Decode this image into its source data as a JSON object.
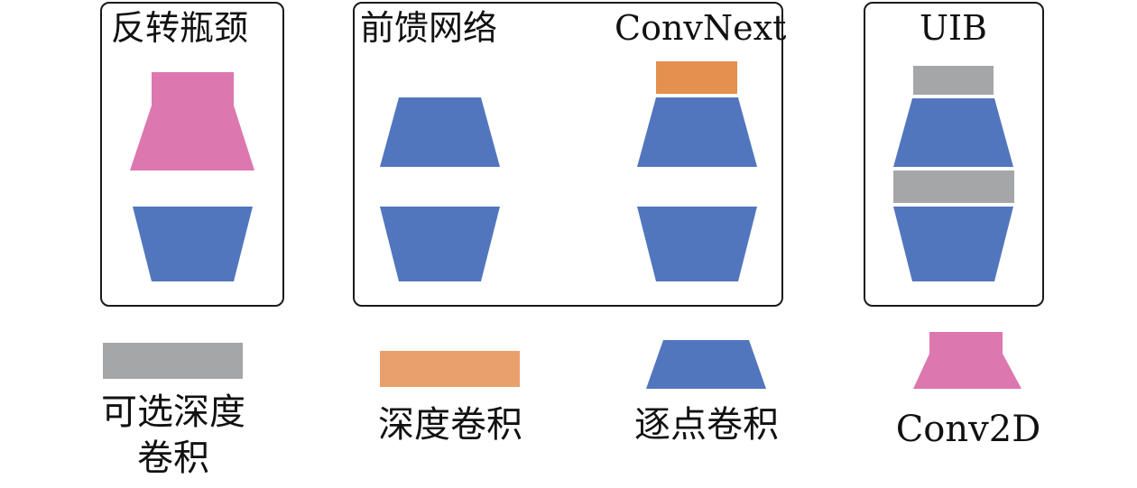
{
  "colors": {
    "pointwise_blue": "#5276BE",
    "conv2d_pink": "#DC77B0",
    "depthwise_orange": "#E5904F",
    "legend_orange": "#E8A06C",
    "optional_gray": "#A5A6A8",
    "border": "#1A1A1A",
    "text": "#111111"
  },
  "panels": {
    "inverted_bottleneck": {
      "title": "反转瓶颈"
    },
    "ffn": {
      "title": "前馈网络"
    },
    "convnext": {
      "title": "ConvNext"
    },
    "uib": {
      "title": "UIB"
    }
  },
  "legend": {
    "optional_dw": {
      "label_line1": "可选深度",
      "label_line2": "卷积",
      "icon": "gray-rectangle"
    },
    "depthwise": {
      "label": "深度卷积",
      "icon": "orange-rectangle"
    },
    "pointwise": {
      "label": "逐点卷积",
      "icon": "blue-trapezoid"
    },
    "conv2d": {
      "label": "Conv2D",
      "icon": "pink-stem-trapezoid"
    }
  }
}
